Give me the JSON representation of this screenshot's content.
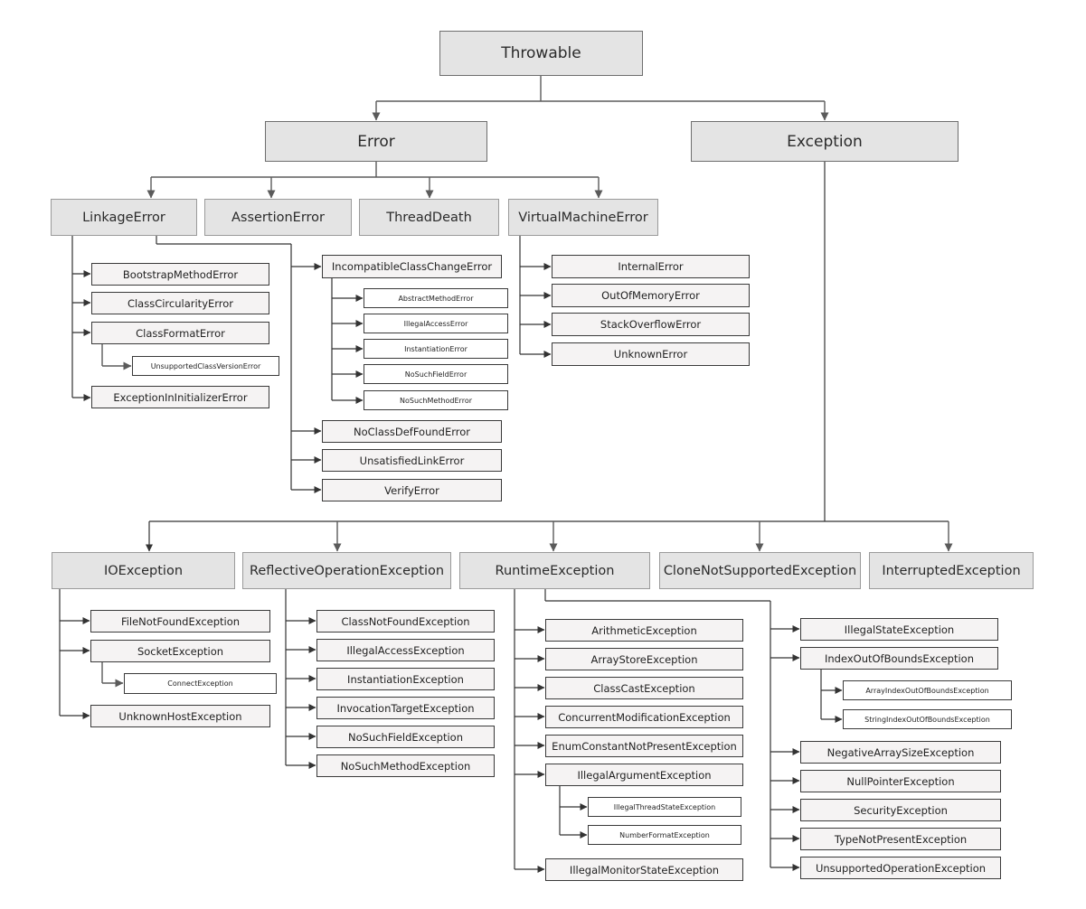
{
  "diagram": {
    "nodes": {
      "throwable": "Throwable",
      "error": "Error",
      "exception": "Exception",
      "linkage_error": "LinkageError",
      "assertion_error": "AssertionError",
      "thread_death": "ThreadDeath",
      "virtual_machine_error": "VirtualMachineError",
      "bootstrap_method_error": "BootstrapMethodError",
      "class_circularity_error": "ClassCircularityError",
      "class_format_error": "ClassFormatError",
      "unsupported_class_version_error": "UnsupportedClassVersionError",
      "exception_in_initializer_error": "ExceptionInInitializerError",
      "incompatible_class_change_error": "IncompatibleClassChangeError",
      "abstract_method_error": "AbstractMethodError",
      "illegal_access_error": "IllegalAccessError",
      "instantiation_error": "InstantiationError",
      "no_such_field_error": "NoSuchFieldError",
      "no_such_method_error": "NoSuchMethodError",
      "no_class_def_found_error": "NoClassDefFoundError",
      "unsatisfied_link_error": "UnsatisfiedLinkError",
      "verify_error": "VerifyError",
      "internal_error": "InternalError",
      "out_of_memory_error": "OutOfMemoryError",
      "stack_overflow_error": "StackOverflowError",
      "unknown_error": "UnknownError",
      "io_exception": "IOException",
      "reflective_operation_exception": "ReflectiveOperationException",
      "runtime_exception": "RuntimeException",
      "clone_not_supported_exception": "CloneNotSupportedException",
      "interrupted_exception": "InterruptedException",
      "file_not_found_exception": "FileNotFoundException",
      "socket_exception": "SocketException",
      "connect_exception": "ConnectException",
      "unknown_host_exception": "UnknownHostException",
      "class_not_found_exception": "ClassNotFoundException",
      "illegal_access_exception": "IllegalAccessException",
      "instantiation_exception": "InstantiationException",
      "invocation_target_exception": "InvocationTargetException",
      "no_such_field_exception": "NoSuchFieldException",
      "no_such_method_exception": "NoSuchMethodException",
      "arithmetic_exception": "ArithmeticException",
      "array_store_exception": "ArrayStoreException",
      "class_cast_exception": "ClassCastException",
      "concurrent_modification_exception": "ConcurrentModificationException",
      "enum_constant_not_present_exception": "EnumConstantNotPresentException",
      "illegal_argument_exception": "IllegalArgumentException",
      "illegal_thread_state_exception": "IllegalThreadStateException",
      "number_format_exception": "NumberFormatException",
      "illegal_monitor_state_exception": "IllegalMonitorStateException",
      "illegal_state_exception": "IllegalStateException",
      "index_out_of_bounds_exception": "IndexOutOfBoundsException",
      "array_index_out_of_bounds_exception": "ArrayIndexOutOfBoundsException",
      "string_index_out_of_bounds_exception": "StringIndexOutOfBoundsException",
      "negative_array_size_exception": "NegativeArraySizeException",
      "null_pointer_exception": "NullPointerException",
      "security_exception": "SecurityException",
      "type_not_present_exception": "TypeNotPresentException",
      "unsupported_operation_exception": "UnsupportedOperationException"
    }
  }
}
